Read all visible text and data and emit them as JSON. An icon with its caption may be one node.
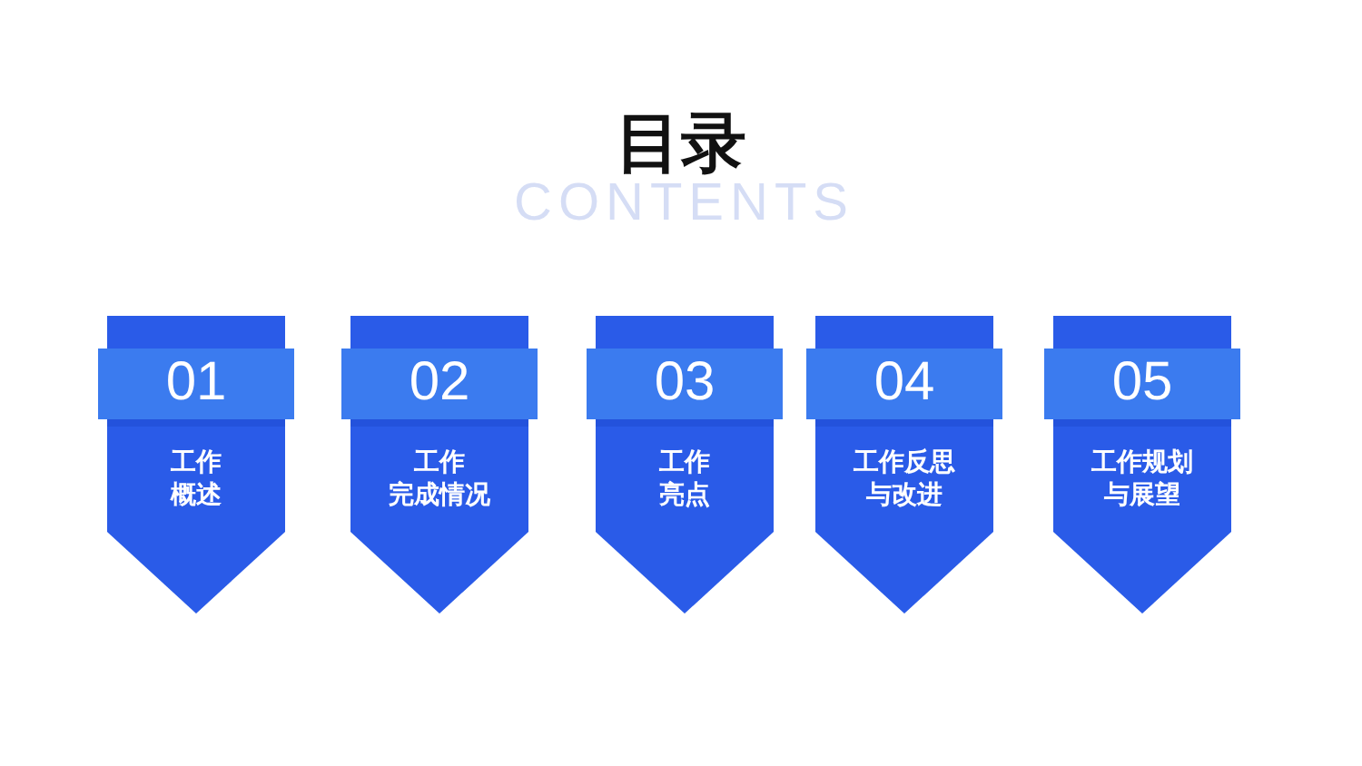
{
  "diagram": {
    "title": "目录",
    "nodes": [
      {
        "text": [
          "01",
          "工作概述"
        ]
      },
      {
        "text": [
          "02",
          "工作完成情况"
        ]
      },
      {
        "text": [
          "03",
          "工作亮点"
        ]
      },
      {
        "text": [
          "04",
          "工作反思与改进"
        ]
      },
      {
        "text": [
          "05",
          "工作规划与展望"
        ]
      }
    ],
    "labels": [
      "CONTENTS"
    ]
  }
}
